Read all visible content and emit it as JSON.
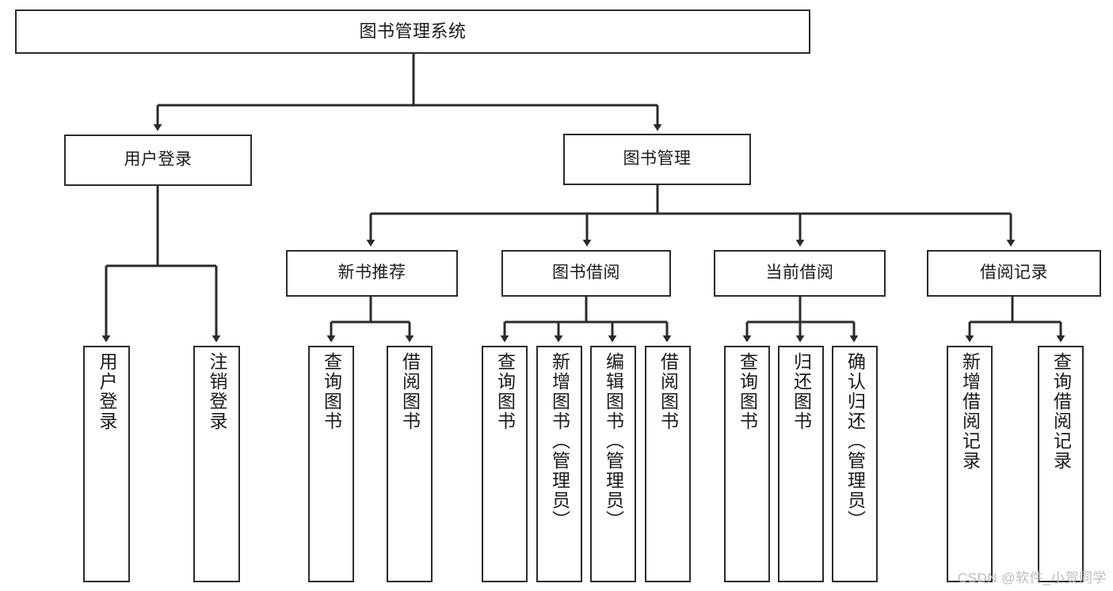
{
  "diagram": {
    "type": "tree-hierarchy-chart",
    "title": "图书管理系统",
    "levels": 4,
    "nodes": {
      "root": {
        "label": "图书管理系统"
      },
      "level2": [
        {
          "id": "user-login",
          "label": "用户登录"
        },
        {
          "id": "book-management",
          "label": "图书管理"
        }
      ],
      "level3": [
        {
          "id": "new-book-recommend",
          "label": "新书推荐"
        },
        {
          "id": "book-borrow",
          "label": "图书借阅"
        },
        {
          "id": "current-borrow",
          "label": "当前借阅"
        },
        {
          "id": "borrow-record",
          "label": "借阅记录"
        }
      ],
      "leaves": {
        "user_login": [
          {
            "id": "leaf-user-login",
            "label": "用户登录"
          },
          {
            "id": "leaf-logout-login",
            "label": "注销登录"
          }
        ],
        "new_book_recommend": [
          {
            "id": "leaf-query-book-1",
            "label": "查询图书"
          },
          {
            "id": "leaf-borrow-book-1",
            "label": "借阅图书"
          }
        ],
        "book_borrow": [
          {
            "id": "leaf-query-book-2",
            "label": "查询图书"
          },
          {
            "id": "leaf-add-book-admin",
            "label": "新增图书（管理员）"
          },
          {
            "id": "leaf-edit-book-admin",
            "label": "编辑图书（管理员）"
          },
          {
            "id": "leaf-borrow-book-2",
            "label": "借阅图书"
          }
        ],
        "current_borrow": [
          {
            "id": "leaf-query-book-3",
            "label": "查询图书"
          },
          {
            "id": "leaf-return-book",
            "label": "归还图书"
          },
          {
            "id": "leaf-confirm-return-admin",
            "label": "确认归还（管理员）"
          }
        ],
        "borrow_record": [
          {
            "id": "leaf-add-borrow-record",
            "label": "新增借阅记录"
          },
          {
            "id": "leaf-query-borrow-record",
            "label": "查询借阅记录"
          }
        ]
      }
    },
    "colors": {
      "border": "#2b2b2b",
      "background": "#ffffff",
      "text": "#1a1a1a",
      "watermark": "#bdbdbd"
    }
  },
  "watermark": {
    "text": "CSDN @软件_小贺同学"
  }
}
